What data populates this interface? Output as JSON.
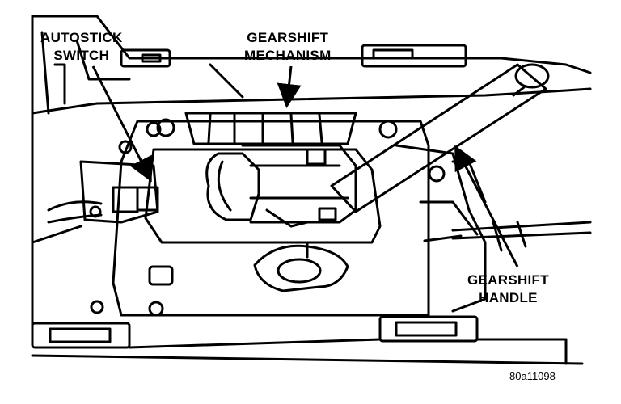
{
  "labels": {
    "autostick_switch": [
      "AUTOSTICK",
      "SWITCH"
    ],
    "gearshift_mechanism": [
      "GEARSHIFT",
      "MECHANISM"
    ],
    "gearshift_handle": [
      "GEARSHIFT",
      "HANDLE"
    ]
  },
  "figure_code": "80a11098"
}
